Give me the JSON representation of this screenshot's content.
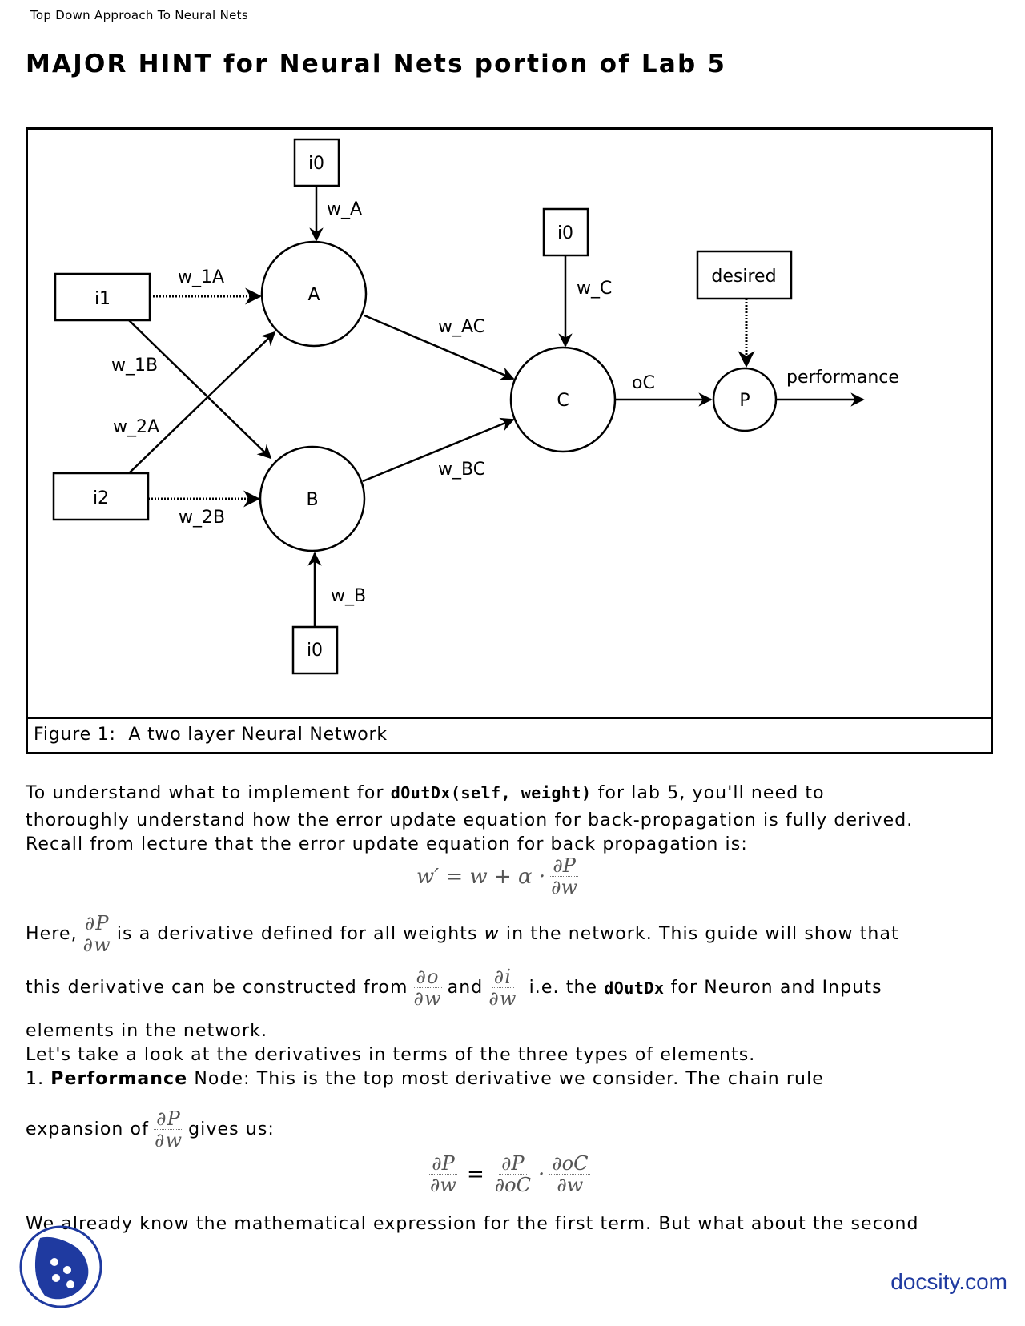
{
  "header": {
    "running_title": "Top Down Approach To Neural Nets"
  },
  "title": "MAJOR HINT for Neural Nets portion of Lab 5",
  "figure": {
    "nodes": {
      "A": "A",
      "B": "B",
      "C": "C",
      "P": "P"
    },
    "inputs": {
      "i0_top": "i0",
      "i0_mid": "i0",
      "i0_bottom": "i0",
      "i1": "i1",
      "i2": "i2",
      "desired": "desired"
    },
    "weights": {
      "w_A": "w_A",
      "w_1A": "w_1A",
      "w_1B": "w_1B",
      "w_2A": "w_2A",
      "w_2B": "w_2B",
      "w_AC": "w_AC",
      "w_BC": "w_BC",
      "w_C": "w_C",
      "w_B": "w_B"
    },
    "edge_labels": {
      "oC": "oC",
      "performance": "performance"
    },
    "caption": "Figure 1:  A two layer Neural Network"
  },
  "body": {
    "p1_a": "To understand what to implement for ",
    "p1_code": "dOutDx(self, weight)",
    "p1_b": " for lab 5, you'll need to",
    "p2": "thoroughly understand how the error update equation for back-propagation is fully derived.",
    "p3": "Recall from lecture that the error update equation for back propagation is:",
    "here_a": "Here,",
    "here_b": "is a derivative defined for all weights",
    "here_w": "w",
    "here_c": "in the network.  This guide will show that",
    "constr_a": "this derivative can be constructed from",
    "constr_and": "and",
    "constr_b": "i.e. the",
    "constr_code": "dOutDx",
    "constr_c": "for Neuron and Inputs",
    "elements": "elements in the network.",
    "lets": "Let's take a look at the derivatives in terms of the three types of elements.",
    "perf_num": "1. ",
    "perf_bold": "Performance",
    "perf_rest": " Node:   This is the top most derivative we consider.   The chain rule",
    "expansion_a": "expansion of",
    "expansion_b": "gives us:",
    "last": "We already know the mathematical expression for the first term.   But what about the second"
  },
  "math": {
    "update_lhs": "w′ = w + α ·",
    "dP": "∂P",
    "dw": "∂w",
    "do": "∂o",
    "di": "∂i",
    "doC": "∂oC",
    "eq_sign": "=",
    "dot": "·"
  },
  "footer": {
    "brand": "docsity.com"
  },
  "colors": {
    "brand_blue": "#1f3aa0",
    "math_gray": "#555555"
  }
}
